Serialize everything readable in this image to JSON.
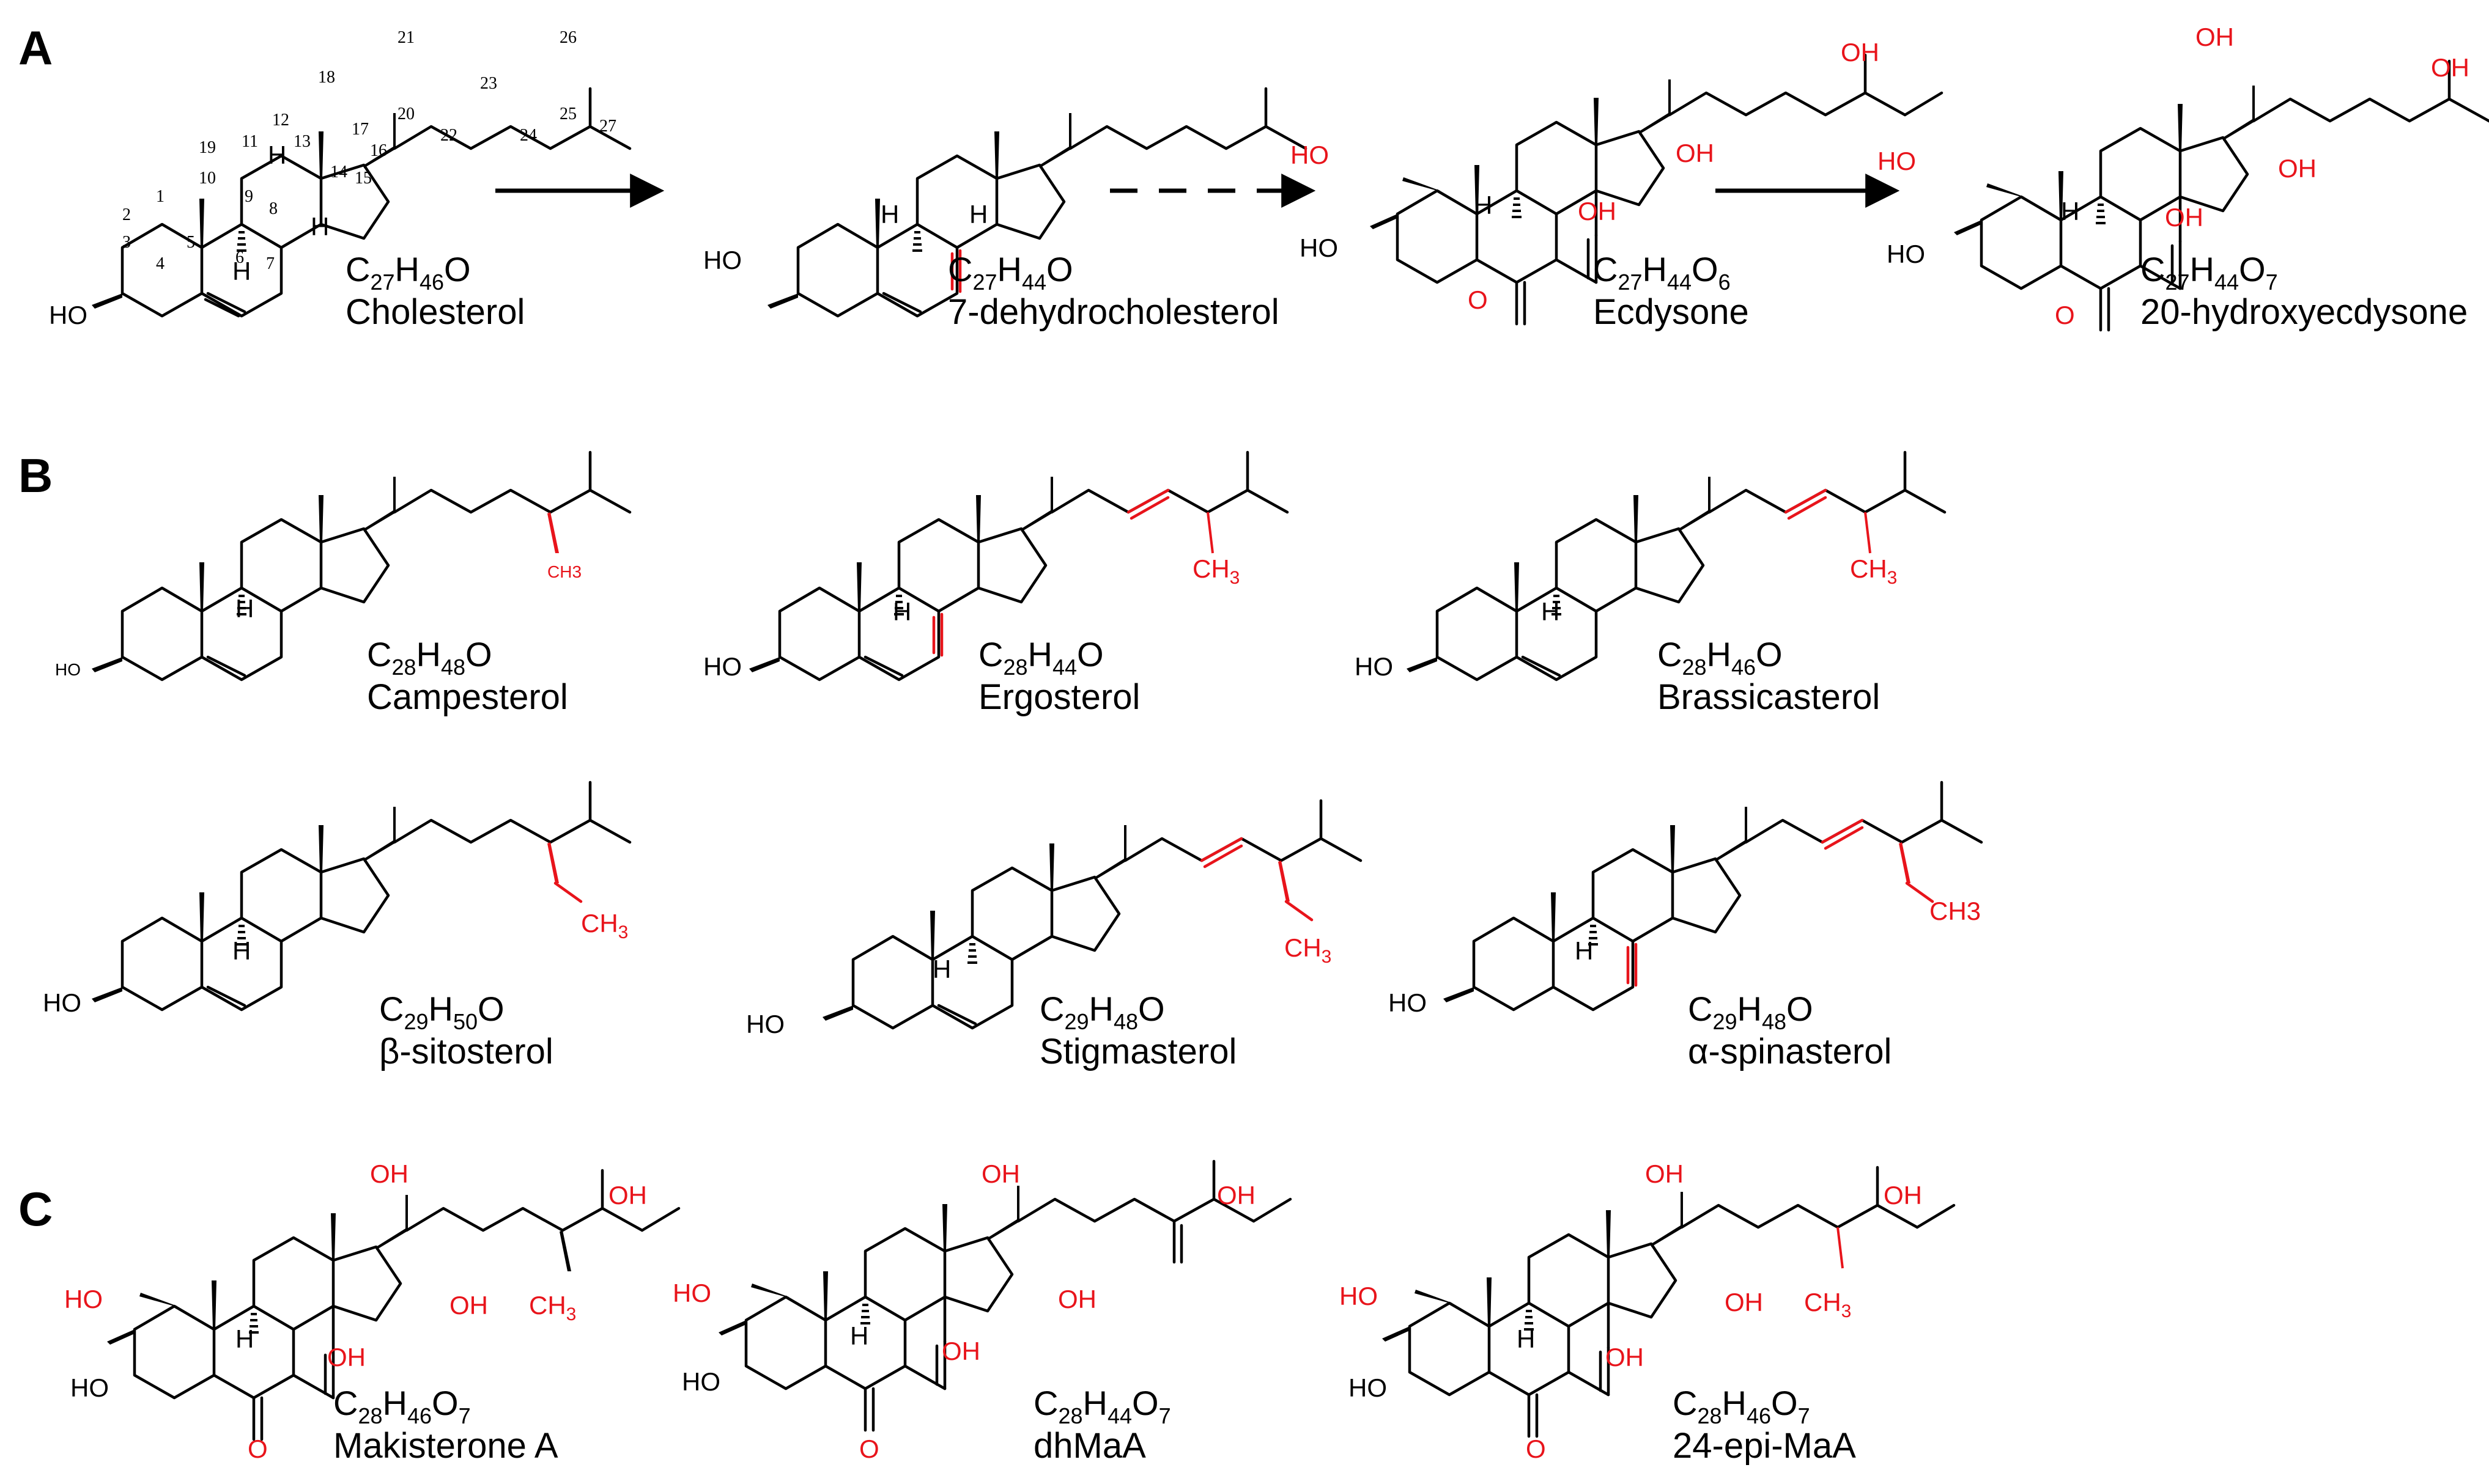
{
  "panels": {
    "A": {
      "letter": "A",
      "compounds": [
        {
          "formula": {
            "c": "C",
            "c_n": "27",
            "h": "H",
            "h_n": "46",
            "o": "O",
            "o_n": ""
          },
          "name": "Cholesterol"
        },
        {
          "formula": {
            "c": "C",
            "c_n": "27",
            "h": "H",
            "h_n": "44",
            "o": "O",
            "o_n": ""
          },
          "name": "7-dehydrocholesterol"
        },
        {
          "formula": {
            "c": "C",
            "c_n": "27",
            "h": "H",
            "h_n": "44",
            "o": "O",
            "o_n": "6"
          },
          "name": "Ecdysone"
        },
        {
          "formula": {
            "c": "C",
            "c_n": "27",
            "h": "H",
            "h_n": "44",
            "o": "O",
            "o_n": "7"
          },
          "name": "20-hydroxyecdysone"
        }
      ],
      "atom_numbers": [
        "1",
        "2",
        "3",
        "4",
        "5",
        "6",
        "7",
        "8",
        "9",
        "10",
        "11",
        "12",
        "13",
        "14",
        "15",
        "16",
        "17",
        "18",
        "19",
        "20",
        "21",
        "22",
        "23",
        "24",
        "25",
        "26",
        "27"
      ]
    },
    "B": {
      "letter": "B",
      "compounds": [
        {
          "formula": {
            "c": "C",
            "c_n": "28",
            "h": "H",
            "h_n": "48",
            "o": "O",
            "o_n": ""
          },
          "name": "Campesterol"
        },
        {
          "formula": {
            "c": "C",
            "c_n": "28",
            "h": "H",
            "h_n": "44",
            "o": "O",
            "o_n": ""
          },
          "name": "Ergosterol"
        },
        {
          "formula": {
            "c": "C",
            "c_n": "28",
            "h": "H",
            "h_n": "46",
            "o": "O",
            "o_n": ""
          },
          "name": "Brassicasterol"
        },
        {
          "formula": {
            "c": "C",
            "c_n": "29",
            "h": "H",
            "h_n": "50",
            "o": "O",
            "o_n": ""
          },
          "name": "β-sitosterol"
        },
        {
          "formula": {
            "c": "C",
            "c_n": "29",
            "h": "H",
            "h_n": "48",
            "o": "O",
            "o_n": ""
          },
          "name": "Stigmasterol"
        },
        {
          "formula": {
            "c": "C",
            "c_n": "29",
            "h": "H",
            "h_n": "48",
            "o": "O",
            "o_n": ""
          },
          "name": "α-spinasterol"
        }
      ]
    },
    "C": {
      "letter": "C",
      "compounds": [
        {
          "formula": {
            "c": "C",
            "c_n": "28",
            "h": "H",
            "h_n": "46",
            "o": "O",
            "o_n": "7"
          },
          "name": "Makisterone A"
        },
        {
          "formula": {
            "c": "C",
            "c_n": "28",
            "h": "H",
            "h_n": "44",
            "o": "O",
            "o_n": "7"
          },
          "name": "dhMaA"
        },
        {
          "formula": {
            "c": "C",
            "c_n": "28",
            "h": "H",
            "h_n": "46",
            "o": "O",
            "o_n": "7"
          },
          "name": "24-epi-MaA"
        }
      ]
    }
  },
  "atom_labels": {
    "ho": "HO",
    "oh": "OH",
    "h": "H",
    "o": "O",
    "ch3": "CH",
    "ch3_sub": "3",
    "ch3_plain": "CH3"
  },
  "colors": {
    "highlight": "#e8141b",
    "ink": "#000000"
  }
}
